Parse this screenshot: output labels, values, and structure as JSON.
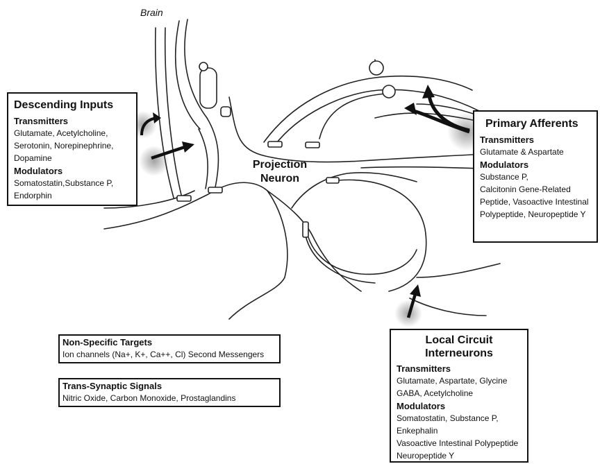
{
  "labels": {
    "brain": "Brain",
    "projection_line1": "Projection",
    "projection_line2": "Neuron"
  },
  "descending": {
    "title": "Descending Inputs",
    "transmitters_heading": "Transmitters",
    "transmitters": [
      "Glutamate, Acetylcholine,",
      "Serotonin, Norepinephrine,",
      "Dopamine"
    ],
    "modulators_heading": "Modulators",
    "modulators": [
      "Somatostatin,Substance P,",
      "Endorphin"
    ]
  },
  "primary": {
    "title": "Primary Afferents",
    "transmitters_heading": "Transmitters",
    "transmitters": [
      "Glutamate & Aspartate"
    ],
    "modulators_heading": "Modulators",
    "modulators": [
      "Substance P,",
      "Calcitonin Gene-Related",
      "Peptide, Vasoactive Intestinal",
      "Polypeptide, Neuropeptide Y"
    ]
  },
  "local": {
    "title_line1": "Local Circuit",
    "title_line2": "Interneurons",
    "transmitters_heading": "Transmitters",
    "transmitters": [
      "Glutamate, Aspartate, Glycine",
      "GABA,  Acetylcholine"
    ],
    "modulators_heading": "Modulators",
    "modulators": [
      "Somatostatin, Substance P,",
      "Enkephalin",
      "Vasoactive Intestinal Polypeptide",
      "Neuropeptide Y"
    ]
  },
  "nonspecific": {
    "title": "Non-Specific Targets",
    "text": "Ion channels (Na+, K+, Ca++, Cl) Second Messengers"
  },
  "transsynaptic": {
    "title": "Trans-Synaptic Signals",
    "text": "Nitric Oxide, Carbon Monoxide, Prostaglandins"
  },
  "colors": {
    "ink": "#111111",
    "background": "#ffffff"
  }
}
